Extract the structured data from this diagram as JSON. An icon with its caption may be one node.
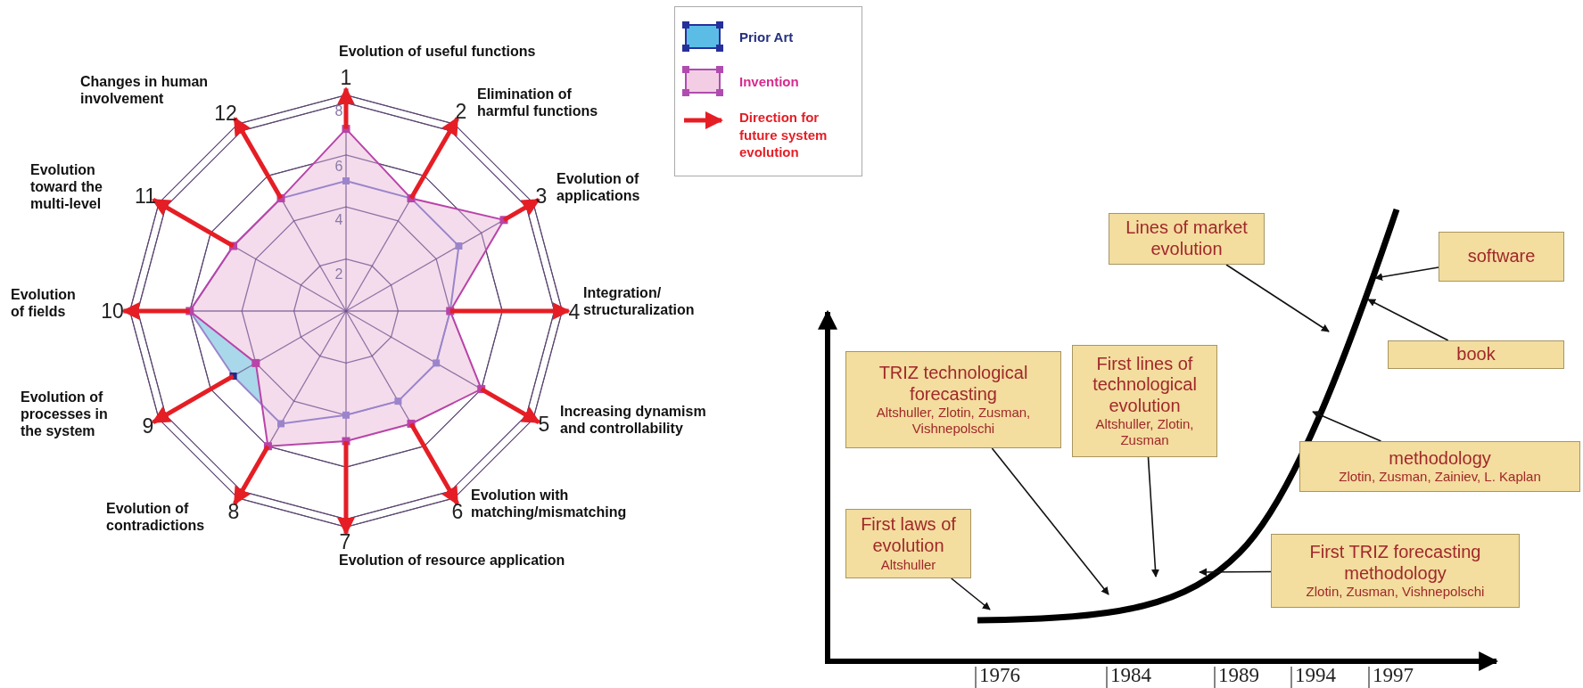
{
  "diagram": {
    "nodes": [
      {
        "text": [
          "Lines of market evolution"
        ]
      },
      {
        "text": [
          "software"
        ]
      },
      {
        "text": [
          "book"
        ]
      },
      {
        "text": [
          "TRIZ technological forecasting",
          "Altshuller, Zlotin, Zusman, Vishnepolschi"
        ]
      },
      {
        "text": [
          "First lines of technological evolution",
          "Altshuller, Zlotin, Zusman"
        ]
      },
      {
        "text": [
          "methodology",
          "Zlotin, Zusman, Zainiev, L. Kaplan"
        ]
      },
      {
        "text": [
          "First laws of evolution",
          "Altshuller"
        ]
      },
      {
        "text": [
          "First TRIZ forecasting methodology",
          "Zlotin, Zusman, Vishnepolschi"
        ]
      }
    ],
    "edges": [
      {
        "from": 0,
        "to": null,
        "arrow": "to"
      },
      {
        "from": 1,
        "to": null,
        "arrow": "to"
      },
      {
        "from": 2,
        "to": null,
        "arrow": "to"
      },
      {
        "from": 3,
        "to": null,
        "arrow": "to"
      },
      {
        "from": 4,
        "to": null,
        "arrow": "to"
      },
      {
        "from": 5,
        "to": null,
        "arrow": "to"
      },
      {
        "from": 6,
        "to": null,
        "arrow": "to"
      },
      {
        "from": 7,
        "to": null,
        "arrow": "to"
      }
    ],
    "labels": [
      "Evolution of useful functions",
      "1",
      "Changes in human involvement",
      "12",
      "8",
      "2",
      "Elimination of harmful functions",
      "Evolution toward the multi-level",
      "11",
      "Evolution of applications",
      "3",
      "6",
      "4",
      "2",
      "Evolution of fields",
      "10",
      "Integration/ structuralization",
      "4",
      "Evolution of processes in the system",
      "9",
      "Increasing dynamism and controllability",
      "5",
      "Evolution with matching/mismatching",
      "6",
      "Evolution of contradictions",
      "8",
      "7",
      "Evolution of resource application",
      "1976",
      "1984",
      "1989",
      "1994",
      "1997"
    ],
    "legend": [
      {
        "text": "Prior Art",
        "color": "#5bbde6"
      },
      {
        "text": "Invention",
        "color": "#f2cde4"
      },
      {
        "text": "Direction for future system evolution"
      }
    ]
  }
}
